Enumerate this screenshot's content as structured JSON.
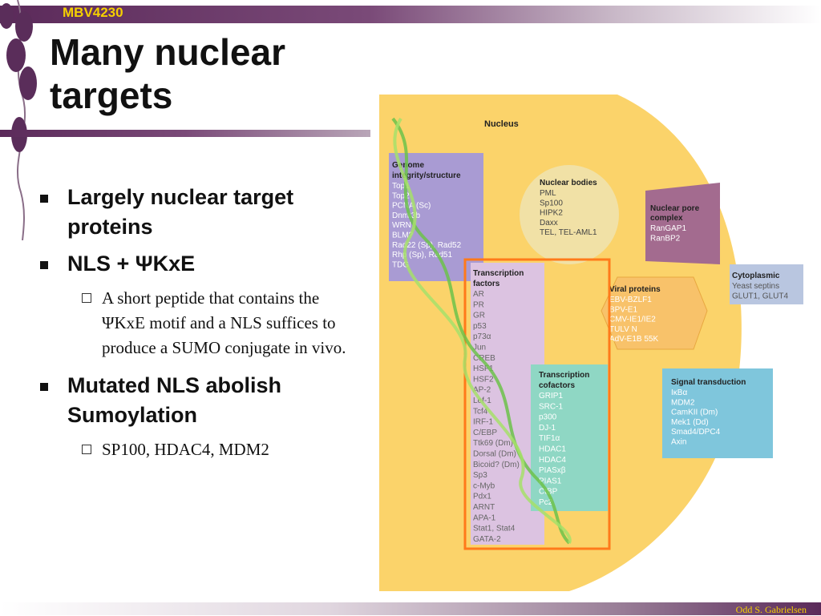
{
  "header": {
    "course": "MBV4230"
  },
  "slide": {
    "title_line1": "Many nuclear",
    "title_line2": "targets",
    "bullets": [
      {
        "text": "Largely nuclear target proteins"
      },
      {
        "text": "NLS + ΨKxE",
        "sub": "A short peptide that contains the ΨKxE motif and a NLS suffices to produce a SUMO conjugate in vivo."
      },
      {
        "text": "Mutated NLS abolish Sumoylation",
        "sub": "SP100, HDAC4, MDM2"
      }
    ]
  },
  "figure": {
    "nucleus_label": "Nucleus",
    "genome": {
      "title1": "Genome",
      "title2": "integrity/structure",
      "items": [
        "Top1",
        "Top2",
        "PCNA (Sc)",
        "Dnmt3b",
        "WRN",
        "BLM?",
        "Rad22 (Sp), Rad52",
        "Rhp (Sp), Rad51",
        "TDG"
      ]
    },
    "nuclear_bodies": {
      "title": "Nuclear bodies",
      "items": [
        "PML",
        "Sp100",
        "HIPK2",
        "Daxx",
        "TEL, TEL-AML1"
      ]
    },
    "nuclear_pore": {
      "title1": "Nuclear pore",
      "title2": "complex",
      "items": [
        "RanGAP1",
        "RanBP2"
      ]
    },
    "cytoplasmic": {
      "title": "Cytoplasmic",
      "items": [
        "Yeast septins",
        "GLUT1, GLUT4"
      ]
    },
    "transcription_factors": {
      "title1": "Transcription",
      "title2": "factors",
      "items": [
        "AR",
        "PR",
        "GR",
        "p53",
        "p73α",
        "Jun",
        "CREB",
        "HSF1",
        "HSF2",
        "AP-2",
        "Lef-1",
        "Tcf4",
        "IRF-1",
        "C/EBP",
        "Ttk69 (Dm)",
        "Dorsal (Dm)",
        "Bicoid? (Dm)",
        "Sp3",
        "c-Myb",
        "Pdx1",
        "ARNT",
        "APA-1",
        "Stat1, Stat4",
        "GATA-2"
      ]
    },
    "viral": {
      "title": "Viral proteins",
      "items": [
        "EBV-BZLF1",
        "BPV-E1",
        "CMV-IE1/IE2",
        "TULV N",
        "AdV-E1B 55K"
      ]
    },
    "cofactors": {
      "title1": "Transcription",
      "title2": "cofactors",
      "items": [
        "GRIP1",
        "SRC-1",
        "p300",
        "DJ-1",
        "TIF1α",
        "HDAC1",
        "HDAC4",
        "PIASxβ",
        "PIAS1",
        "CtBP",
        "Pc2"
      ]
    },
    "signal": {
      "title": "Signal transduction",
      "items": [
        "IκBα",
        "MDM2",
        "CamKII (Dm)",
        "Mek1 (Dd)",
        "Smad4/DPC4",
        "Axin"
      ]
    },
    "colors": {
      "nucleus": "#fbd36a",
      "genome": "#a99bd3",
      "bodies": "#f1e1a6",
      "pore": "#a36b8f",
      "cyto": "#b9c6e0",
      "tf": "#dcc3e1",
      "viral": "#f8c26a",
      "cof": "#8fd7c4",
      "signal": "#7fc6dc",
      "highlight": "#ff7a1a",
      "dna": "#6cc24a"
    }
  },
  "footer": {
    "author": "Odd S. Gabrielsen"
  }
}
